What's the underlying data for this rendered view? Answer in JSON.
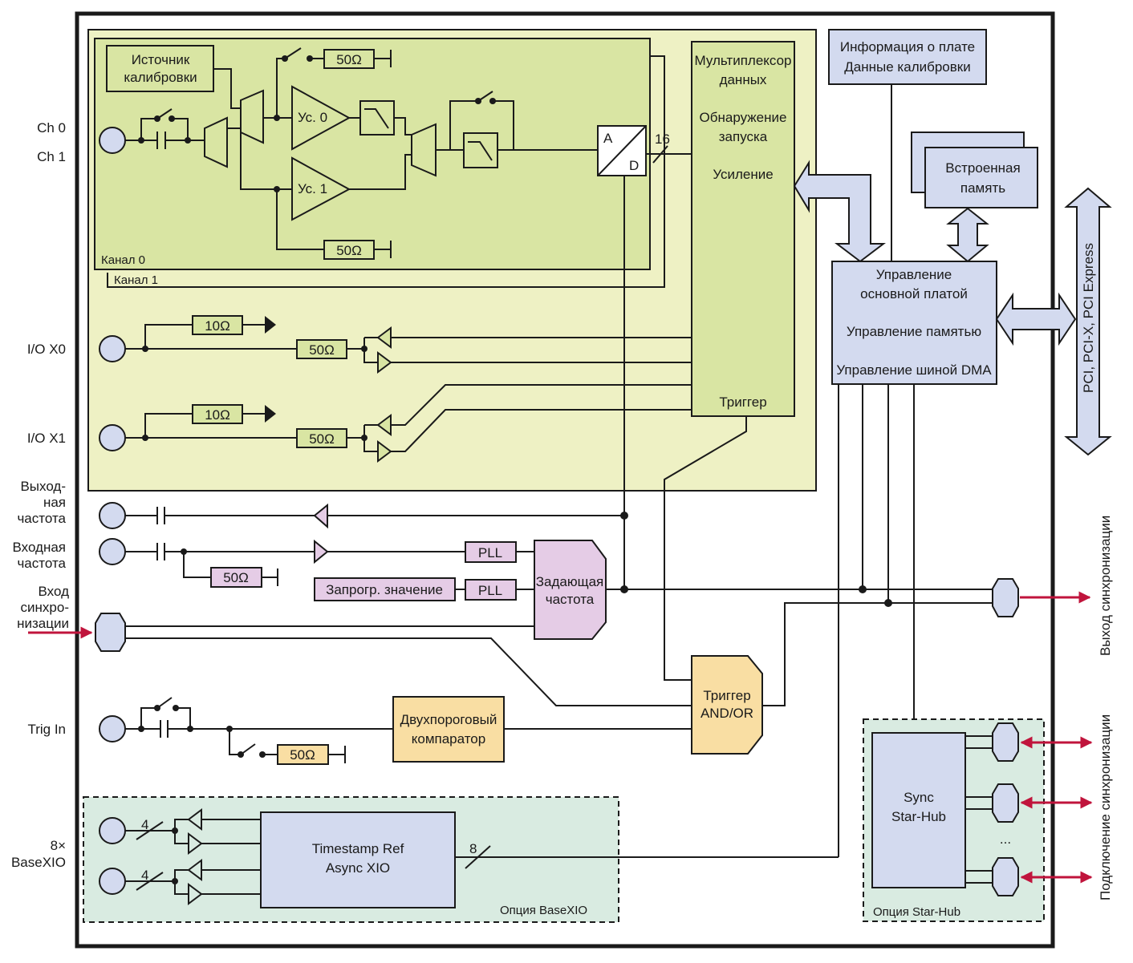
{
  "colors": {
    "acquisition_area": "#eef1c4",
    "channel_block": "#d9e5a3",
    "component": "#d9e5a3",
    "blue_block": "#d3daef",
    "pink_block": "#e5cce6",
    "orange_block": "#f9dea3",
    "option_area": "#d9ebe1",
    "red_arrow": "#c0143c",
    "outline": "#1a1a1a"
  },
  "left_labels": {
    "ch0": "Ch 0",
    "ch1": "Ch 1",
    "io_x0": "I/O X0",
    "io_x1": "I/O X1",
    "clk_out_1": "Выход-",
    "clk_out_2": "ная",
    "clk_out_3": "частота",
    "clk_in_1": "Входная",
    "clk_in_2": "частота",
    "sync_in_1": "Вход",
    "sync_in_2": "синхро-",
    "sync_in_3": "низации",
    "trig_in": "Trig In",
    "basexio_1": "8×",
    "basexio_2": "BaseXIO"
  },
  "channel": {
    "cal_source_1": "Источник",
    "cal_source_2": "калибровки",
    "amp0": "Ус. 0",
    "amp1": "Ус. 1",
    "r50": "50Ω",
    "r10": "10Ω",
    "adc_a": "A",
    "adc_d": "D",
    "bus16": "16",
    "ch0": "Канал 0",
    "ch1": "Канал 1"
  },
  "mux": {
    "line1": "Мультиплексор",
    "line2": "данных",
    "line3": "Обнаружение",
    "line4": "запуска",
    "line5": "Усиление",
    "line6": "Триггер"
  },
  "board_info": {
    "line1": "Информация о плате",
    "line2": "Данные калибровки"
  },
  "memory": {
    "line1": "Встроенная",
    "line2": "память"
  },
  "controller": {
    "line1": "Управление",
    "line2": "основной платой",
    "line3": "Управление памятью",
    "line4": "Управление шиной DMA"
  },
  "bus_label": "PCI, PCI-X, PCI Express",
  "clock": {
    "pll": "PLL",
    "programmed": "Запрогр. значение",
    "master_1": "Задающая",
    "master_2": "частота"
  },
  "trigger": {
    "comparator_1": "Двухпороговый",
    "comparator_2": "компаратор",
    "andor_1": "Триггер",
    "andor_2": "AND/OR"
  },
  "basexio": {
    "timestamp_1": "Timestamp Ref",
    "timestamp_2": "Async XIO",
    "bus4": "4",
    "bus8": "8",
    "option": "Опция BaseXIO"
  },
  "starhub": {
    "line1": "Sync",
    "line2": "Star-Hub",
    "dots": "...",
    "option": "Опция Star-Hub"
  },
  "right_labels": {
    "sync_out": "Выход  синхронизации",
    "sync_conn": "Подключение синхронизации"
  }
}
